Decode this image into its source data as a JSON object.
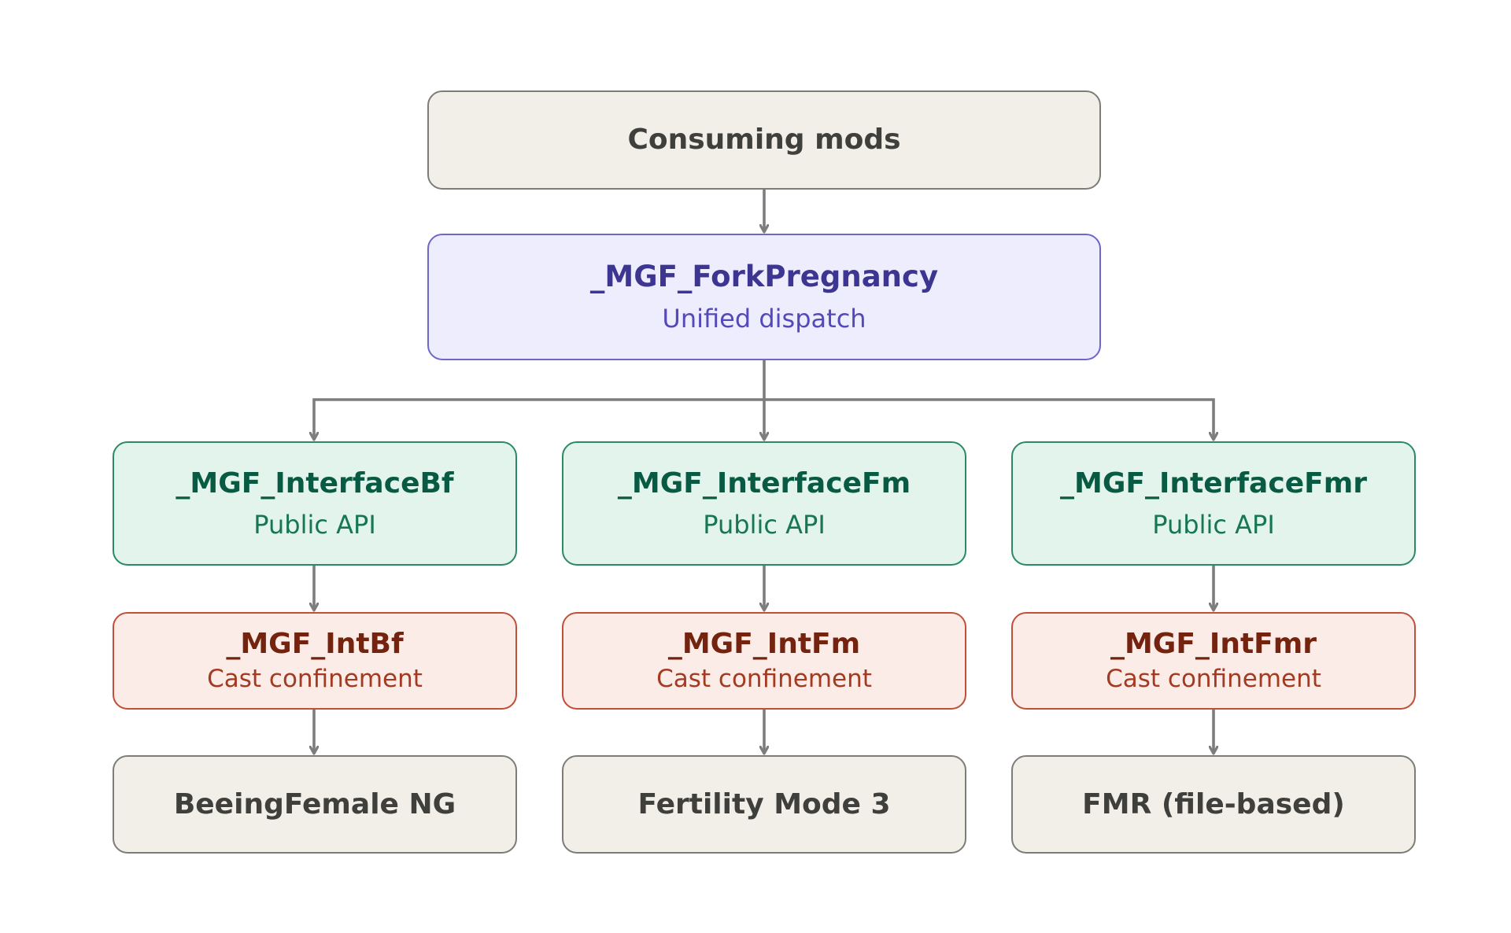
{
  "colors": {
    "connector": "#7d7d7d",
    "neutral_fill": "#f2efe9",
    "neutral_border": "#7d7d78",
    "dispatch_fill": "#eeedfd",
    "dispatch_border": "#6f66c9",
    "interface_fill": "#e2f4ec",
    "interface_border": "#2a8a66",
    "int_fill": "#fbece7",
    "int_border": "#c0503a"
  },
  "nodes": {
    "consuming": {
      "title": "Consuming mods"
    },
    "fork": {
      "title": "_MGF_ForkPregnancy",
      "subtitle": "Unified dispatch"
    },
    "interfaces": [
      {
        "title": "_MGF_InterfaceBf",
        "subtitle": "Public API"
      },
      {
        "title": "_MGF_InterfaceFm",
        "subtitle": "Public API"
      },
      {
        "title": "_MGF_InterfaceFmr",
        "subtitle": "Public API"
      }
    ],
    "ints": [
      {
        "title": "_MGF_IntBf",
        "subtitle": "Cast confinement"
      },
      {
        "title": "_MGF_IntFm",
        "subtitle": "Cast confinement"
      },
      {
        "title": "_MGF_IntFmr",
        "subtitle": "Cast confinement"
      }
    ],
    "backends": [
      {
        "title": "BeeingFemale NG"
      },
      {
        "title": "Fertility Mode 3"
      },
      {
        "title": "FMR (file-based)"
      }
    ]
  }
}
